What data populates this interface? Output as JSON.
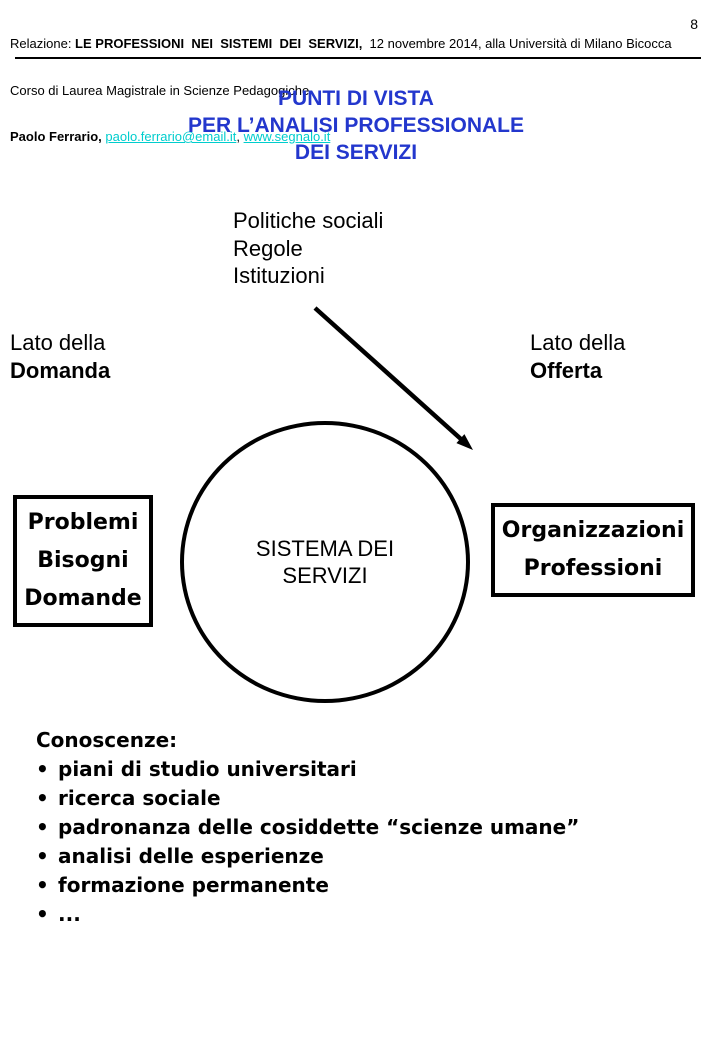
{
  "header": {
    "line1_prefix": "Relazione: ",
    "line1_bold": "LE PROFESSIONI  NEI  SISTEMI  DEI  SERVIZI,",
    "line1_suffix": "  12 novembre 2014, alla Università di Milano Bicocca",
    "line2": "Corso di Laurea Magistrale in Scienze Pedagogiche",
    "author": "Paolo Ferrario,",
    "space": " ",
    "email_link": "paolo.ferrario@email.it",
    "separator": ", ",
    "web_link": "www.segnalo.it",
    "page_number": "8"
  },
  "title": {
    "line1": "PUNTI DI VISTA",
    "line2": "PER L’ANALISI PROFESSIONALE",
    "line3": "DEI SERVIZI"
  },
  "diagram": {
    "policies": [
      "Politiche sociali",
      "Regole",
      "Istituzioni"
    ],
    "left_side_label": "Lato della",
    "left_side_strong": "Domanda",
    "right_side_label": "Lato della",
    "right_side_strong": "Offerta",
    "circle_line1": "SISTEMA DEI",
    "circle_line2": "SERVIZI",
    "left_box": [
      "Problemi",
      "Bisogni",
      "Domande"
    ],
    "right_box": [
      "Organizzazioni",
      "Professioni"
    ],
    "arrow": "down-right-arrow"
  },
  "knowledge": {
    "heading": "Conoscenze:",
    "bullet": "•",
    "items": [
      "piani di studio universitari",
      "ricerca sociale",
      "padronanza delle cosiddette “scienze umane”",
      "analisi delle esperienze",
      "formazione permanente",
      "..."
    ]
  },
  "colors": {
    "title_blue": "#2337cd",
    "link_teal": "#00cdcd",
    "ink": "#000000",
    "background": "#ffffff"
  }
}
